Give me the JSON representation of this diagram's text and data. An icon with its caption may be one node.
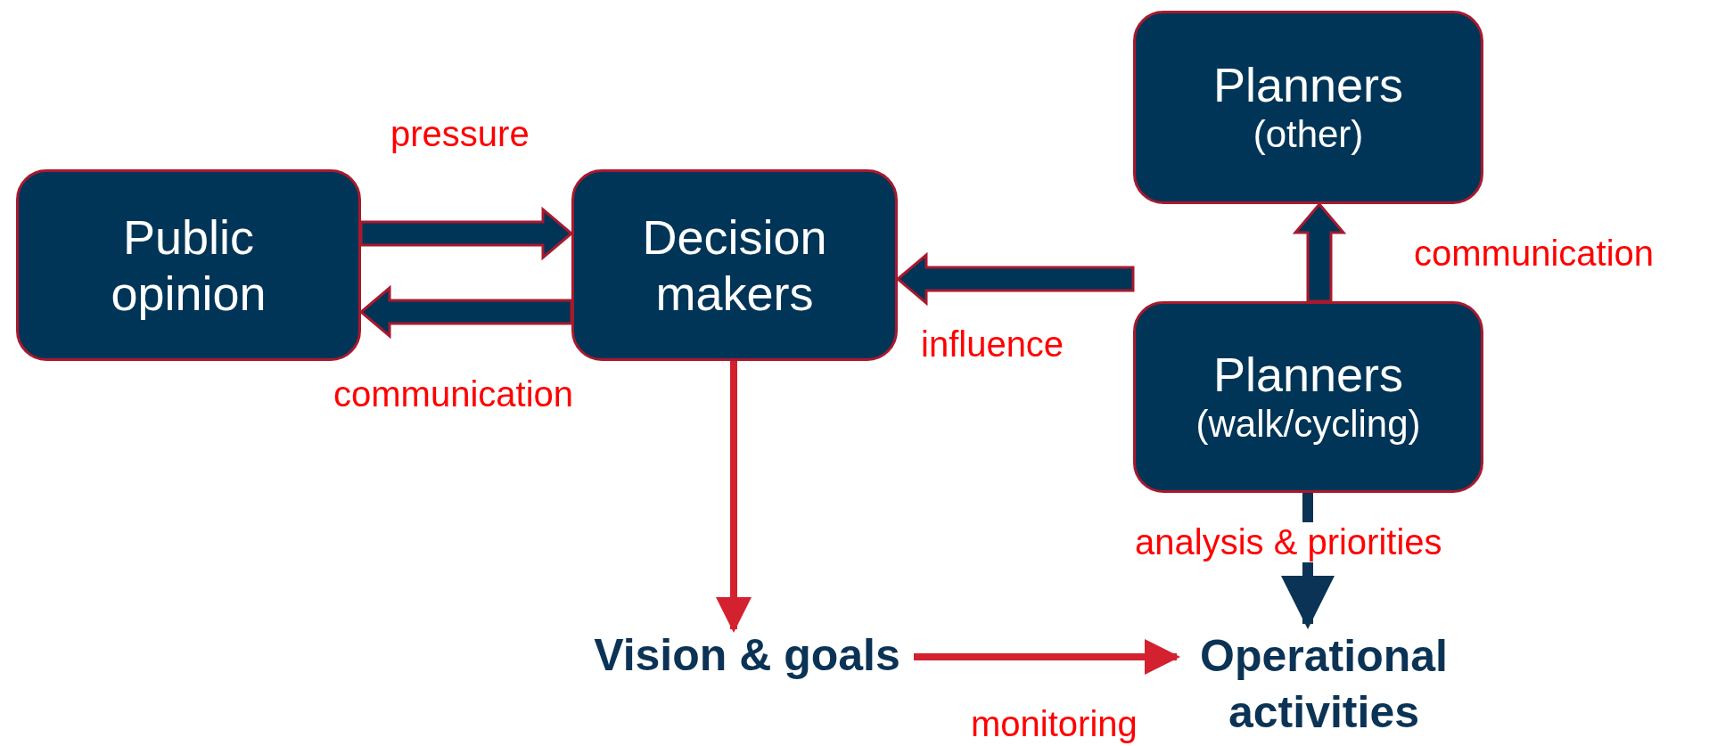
{
  "diagram": {
    "nodes": [
      {
        "text": [
          "Public opinion"
        ]
      },
      {
        "text": [
          "Decision makers"
        ]
      },
      {
        "text": [
          "Planners",
          "(other)"
        ]
      },
      {
        "text": [
          "Planners",
          "(walk/cycling)"
        ]
      },
      {
        "text": [
          "Vision & goals"
        ]
      },
      {
        "text": [
          "Operational activities"
        ]
      }
    ],
    "edges": [
      {
        "from": 0,
        "to": 1,
        "arrow": "to",
        "label": "pressure",
        "style": "thick"
      },
      {
        "from": 1,
        "to": 0,
        "arrow": "to",
        "label": "communication",
        "style": "thick"
      },
      {
        "from": 3,
        "to": 1,
        "arrow": "to",
        "label": "influence",
        "style": "thick"
      },
      {
        "from": 3,
        "to": 2,
        "arrow": "to",
        "label": "communication",
        "style": "thick"
      },
      {
        "from": 1,
        "to": 4,
        "arrow": "to",
        "color": "#d42130"
      },
      {
        "from": 3,
        "to": 5,
        "arrow": "to",
        "label": "analysis & priorities",
        "color": "#0b3355"
      },
      {
        "from": 4,
        "to": 5,
        "arrow": "to",
        "label": "monitoring",
        "color": "#d42130"
      }
    ]
  }
}
